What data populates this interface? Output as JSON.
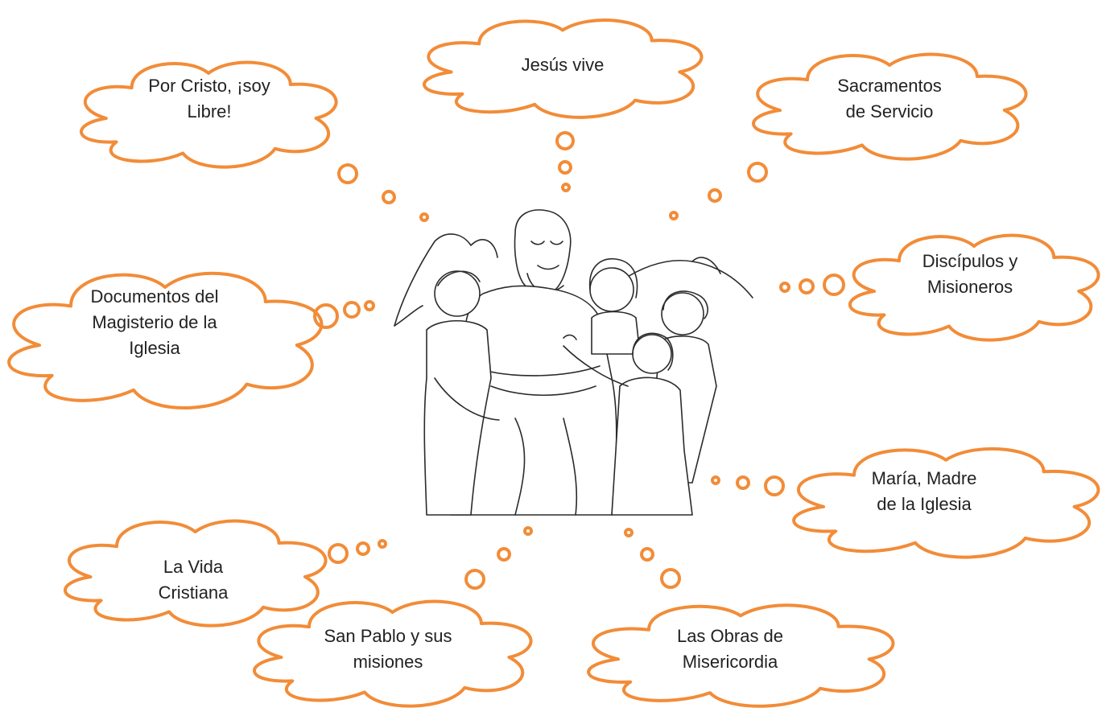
{
  "accent_color": "#f28c38",
  "center_image": {
    "icon": "jesus-with-children-illustration"
  },
  "clouds": [
    {
      "id": "jesus-vive",
      "lines": [
        "Jesús vive"
      ]
    },
    {
      "id": "por-cristo",
      "lines": [
        "Por Cristo, ¡soy",
        "Libre!"
      ]
    },
    {
      "id": "sacramentos",
      "lines": [
        "Sacramentos",
        "de Servicio"
      ]
    },
    {
      "id": "discipulos",
      "lines": [
        "Discípulos y",
        "Misioneros"
      ]
    },
    {
      "id": "documentos",
      "lines": [
        "Documentos del",
        "Magisterio de la",
        "Iglesia"
      ]
    },
    {
      "id": "maria",
      "lines": [
        "María, Madre",
        "de la Iglesia"
      ]
    },
    {
      "id": "vida-cristiana",
      "lines": [
        "La Vida",
        "Cristiana"
      ]
    },
    {
      "id": "san-pablo",
      "lines": [
        "San Pablo y sus",
        "misiones"
      ]
    },
    {
      "id": "obras",
      "lines": [
        "Las Obras de",
        "Misericordia"
      ]
    }
  ]
}
